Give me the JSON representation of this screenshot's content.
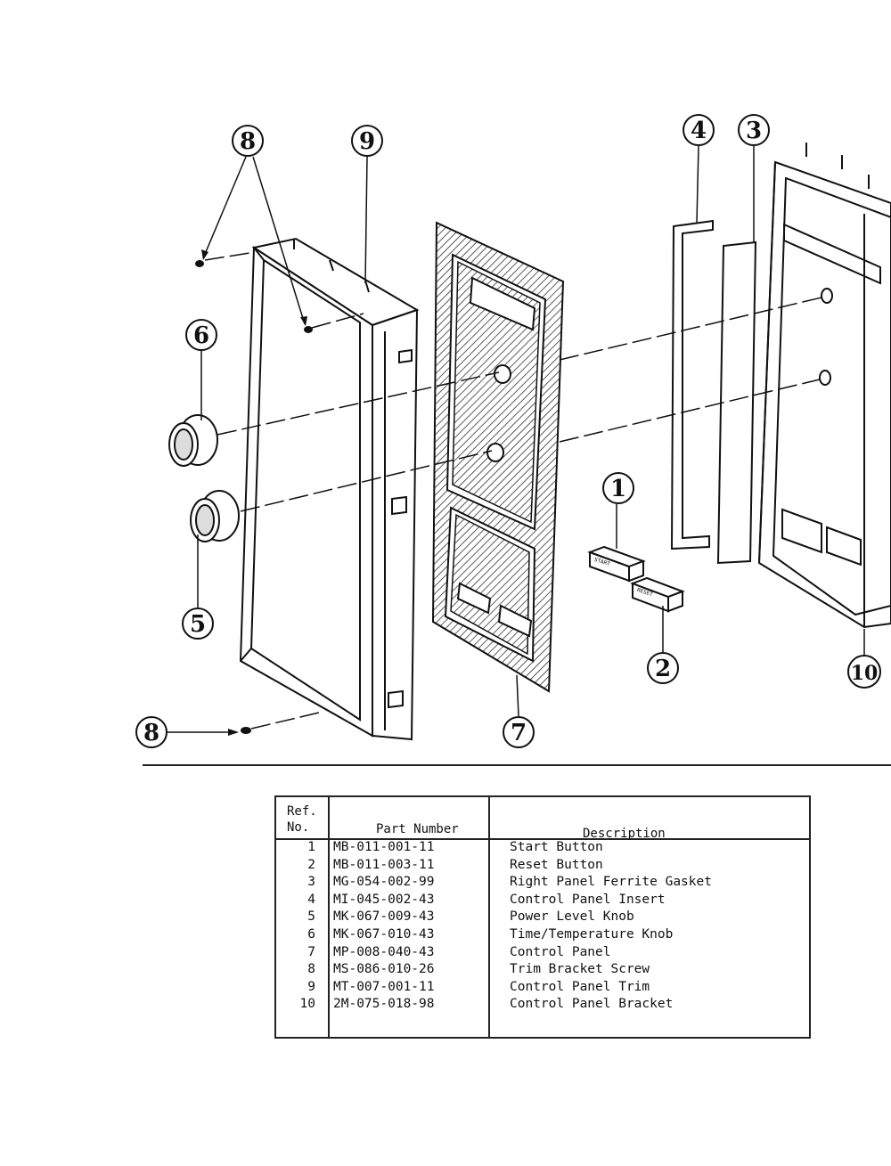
{
  "callouts": [
    {
      "id": "callout-1",
      "label": "1"
    },
    {
      "id": "callout-2",
      "label": "2"
    },
    {
      "id": "callout-3",
      "label": "3"
    },
    {
      "id": "callout-4",
      "label": "4"
    },
    {
      "id": "callout-5",
      "label": "5"
    },
    {
      "id": "callout-6",
      "label": "6"
    },
    {
      "id": "callout-7",
      "label": "7"
    },
    {
      "id": "callout-8a",
      "label": "8"
    },
    {
      "id": "callout-8b",
      "label": "8"
    },
    {
      "id": "callout-9",
      "label": "9"
    },
    {
      "id": "callout-10",
      "label": "10"
    }
  ],
  "buttons": {
    "start": "START",
    "reset": "RESET"
  },
  "table": {
    "header_ref_line1": "Ref.",
    "header_ref_line2": "No.",
    "header_part": "Part Number",
    "header_desc": "Description",
    "rows": [
      {
        "ref": "1",
        "part": "MB-011-001-11",
        "desc": "Start Button"
      },
      {
        "ref": "2",
        "part": "MB-011-003-11",
        "desc": "Reset Button"
      },
      {
        "ref": "3",
        "part": "MG-054-002-99",
        "desc": "Right Panel Ferrite Gasket"
      },
      {
        "ref": "4",
        "part": "MI-045-002-43",
        "desc": "Control Panel Insert"
      },
      {
        "ref": "5",
        "part": "MK-067-009-43",
        "desc": "Power Level Knob"
      },
      {
        "ref": "6",
        "part": "MK-067-010-43",
        "desc": "Time/Temperature Knob"
      },
      {
        "ref": "7",
        "part": "MP-008-040-43",
        "desc": "Control Panel"
      },
      {
        "ref": "8",
        "part": "MS-086-010-26",
        "desc": "Trim Bracket Screw"
      },
      {
        "ref": "9",
        "part": "MT-007-001-11",
        "desc": "Control Panel Trim"
      },
      {
        "ref": "10",
        "part": "2M-075-018-98",
        "desc": "Control Panel Bracket"
      }
    ]
  }
}
